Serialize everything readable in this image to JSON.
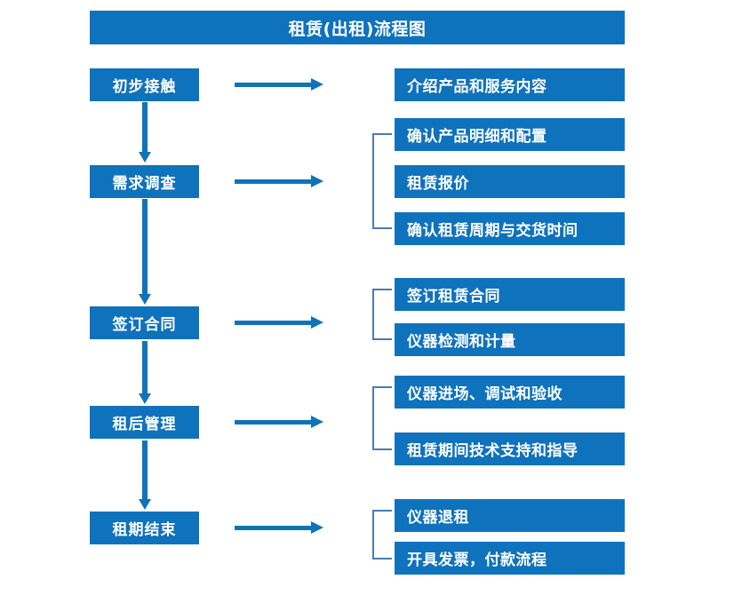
{
  "diagram": {
    "title": "租赁(出租)流程图",
    "accent_color": "#0f72bc",
    "arrow_color": "#1073b8",
    "bracket_color": "#4a7cb0",
    "text_color": "#ffffff",
    "background_color": "#ffffff",
    "stages": [
      {
        "id": "initial-contact",
        "label": "初步接触",
        "details": [
          {
            "label": "介绍产品和服务内容"
          }
        ]
      },
      {
        "id": "requirement-survey",
        "label": "需求调查",
        "details": [
          {
            "label": "确认产品明细和配置"
          },
          {
            "label": "租赁报价"
          },
          {
            "label": "确认租赁周期与交货时间"
          }
        ]
      },
      {
        "id": "sign-contract",
        "label": "签订合同",
        "details": [
          {
            "label": "签订租赁合同"
          },
          {
            "label": "仪器检测和计量"
          }
        ]
      },
      {
        "id": "post-rental-management",
        "label": "租后管理",
        "details": [
          {
            "label": "仪器进场、调试和验收"
          },
          {
            "label": "租赁期间技术支持和指导"
          }
        ]
      },
      {
        "id": "rental-end",
        "label": "租期结束",
        "details": [
          {
            "label": "仪器退租"
          },
          {
            "label": "开具发票，付款流程"
          }
        ]
      }
    ]
  }
}
